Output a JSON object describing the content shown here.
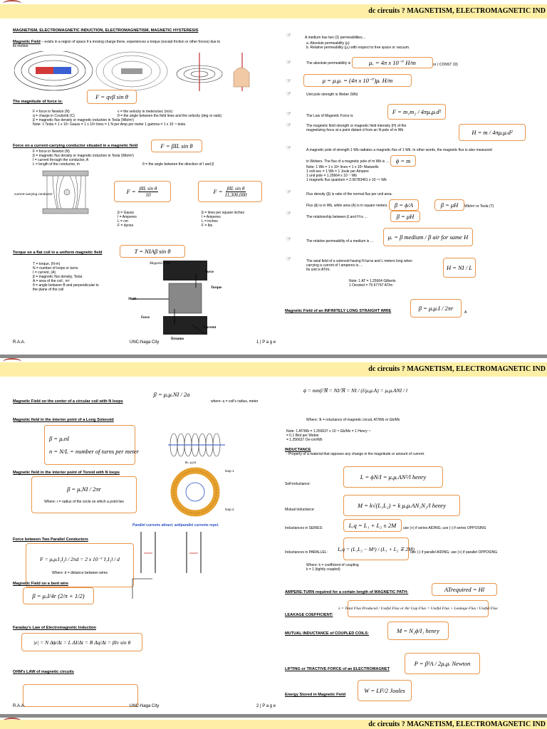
{
  "header": {
    "title": "dc circuits ? MAGNETISM, ELECTROMAGNETIC IND"
  },
  "page1": {
    "heading": "MAGNETISM, ELECTROMAGNETIC INDUCTION, ELECTROMAGNETISM, MAGNETIC HYSTERESIS",
    "mf_label": "Magnetic Field",
    "mf_def": "– exists in a region of space if a moving charge there, experiences a torque (except friction or other forces) due to",
    "mf_def2": "its motion.",
    "force_title": "The magnitude of force is:",
    "force_eq": "F = qvβ sin θ",
    "force_legend": [
      "F = force in Newton (N)",
      "q = charge in Coulomb (C)",
      "β = magnetic flux density or magnetic induction in Tesla (Wb/m²)",
      "Note:  1 Tesla = 1 x 10⁴ Gauss = 1 x 10⁸ lines = 1 N per Amp per meter      1 gamma = 1 x 10⁻⁹ tesla"
    ],
    "force_legend_r": [
      "v = the velocity in meters/sec (m/s)",
      "θ = the angle between the field lines and the velocity (deg or rads)"
    ],
    "conductor_title": "Force on a current-carrying conductor situated in a magnetic field",
    "conductor_eq": "F = βIL sin θ",
    "conductor_legend": [
      "F = force in Newton (N)",
      "β = magnetic flux density or magnetic induction in Tesla (Wb/m²)",
      "I = current through the conductor, A",
      "L = length of the conductor, m"
    ],
    "conductor_angle": "θ = the angle between the direction of I and β",
    "img_conductor_label": "current-carrying conductor",
    "eq_10_num": "βIL sin θ",
    "eq_10_den": "10",
    "eq_11m_num": "βIL sin θ",
    "eq_11m_den": "11,300,000",
    "units_left": [
      "β = Gauss",
      "I = Amperes",
      "L = cm",
      "F = dynes"
    ],
    "units_right": [
      "β = lines per square inches",
      "I = Amperes",
      "L = inches",
      "F = lbs"
    ],
    "torque_title": "Torque on a flat coil in a uniform magnetic field",
    "torque_eq": "T = NIAβ sin θ",
    "torque_legend": [
      "T = torque, (N-m)",
      "N = number of loops or turns",
      "I = current, (A)",
      "β = magnetic flux density, Tesla",
      "A  = area of the coil , m²",
      "θ = angle between B and perpendicular to",
      "     the plane of the coil"
    ],
    "dynamo_labels": {
      "flux": "Magnetic Flux",
      "force_top": "Force",
      "torque": "Torque",
      "shaft": "Shaft",
      "force_bot": "Force",
      "current": "Current",
      "dynamo": "Dynamo"
    },
    "right": {
      "perm": "A medium has two (2) permeabilities…",
      "perm_a": "a.    Absolute permeability (μ)",
      "perm_b": "b.    Relative permeability (μᵣ) with respect to free space or vacuum.",
      "abs_perm": "The absolute permeability is …",
      "abs_eq": "μₒ = 4π x 10⁻⁷  H/m",
      "abs_const": "or ( CONST 33)",
      "mu_eq": "μ = μₒμᵣ = (4π x 10⁻⁷)μᵣ  H/m",
      "unit_pole": "Unit pole strength is Weber (Wb)",
      "law": "The Law of Magnetic Force is",
      "law_eq": "F = m₁m₂ / 4πμₒμᵣd²",
      "field_int": "The magnetic field strength or magnetic field intensity (H) of the",
      "field_int2": "magnetizing force at a point distant d from an N-pole of m Wb",
      "h_eq": "H = m / 4πμₒμᵣd²",
      "pole_1wb": "A magnetic pole of strength 1 Wb radiates a magnetic flux of 1 Wb. In other words, the magnetic flux is also measured",
      "pole_1wb2": "in Webers. The flux of a magnetic pole of m Wb is …",
      "phi_eq": "ϕ = m",
      "notes": [
        "Note:       1 Wb = 1 x 10⁸ lines = 1 x 10⁸ Maxwells",
        "                1 volt-sec = 1 Wb = 1 Joule per Ampere",
        "                1 unit pole = 1.25664 x 10⁻⁷ Wb",
        "                1 magnetic flux quantum = 2.06783461 x 10⁻¹⁵ Wb"
      ],
      "flux_density": "Flux density (β) is ratio of the normal flux per unit area.",
      "flux_density2": "Flux (ϕ) is in Wb, while area (A) is in square meters.",
      "beta_phiA": "β = ϕ/A",
      "beta_muH": "β = μH",
      "beta_unit": "Wb/m² or Tesla (T)",
      "relationship": "The relationship between  β  and H is …",
      "beta_muH2": "β = μH",
      "rel_perm": "The relative permeability of a medium is …",
      "rel_eq": "μᵣ = β medium / β air  for same H",
      "axial": "The axial field of a solenoid having N turns and L meters long when",
      "axial2": "carrying a current of I amperes is….",
      "axial3": "Its unit is AT/m.",
      "h_ni": "H = NI / L",
      "axial_note": [
        "Note:              1 AT = 1.25664 Gilberts",
        "                         1 Oersted = 79.57747 AT/m"
      ],
      "wire_title": "Magnetic Field of an INFINITELY LONG STRAIGHT WIRE",
      "wire_eq": "β = μₒμᵣI / 2πr",
      "wire_unit": "A"
    },
    "footer": {
      "left": "R.A.A.",
      "center": "UNC-Naga City",
      "page": "1 | P a g e"
    }
  },
  "page2": {
    "loop_title": "Magnetic Field on the center of a circular coil with N loops",
    "loop_eq": "β = μₒμᵣNI / 2a",
    "loop_where": "where: a = coil's radius, meter",
    "sol_title": "Magnetic field in the interior point of a Long Solenoid",
    "sol_eq1": "β = μₒnI",
    "sol_eq2": "n = N/L = number of turns per meter",
    "sol_label": "B= μₒnI",
    "tor_title": "Magnetic field in the interior point of Toroid with N loops",
    "tor_eq": "β = μₒNI / 2πr",
    "tor_where": "Where: r = radius of the circle on which a point lies",
    "tor_loops": [
      "loop 1",
      "loop 2"
    ],
    "par_title": "Force between Two Parallel Conductors",
    "par_eq": "F = μₒμᵣI₁I₂l / 2πd = 2 x 10⁻⁷ I₁I₂l / d",
    "par_where": "Where: d = distance between wires",
    "par_fig": "Parallel currents attract; antiparallel currents repel.",
    "bent_title": "Magnetic Field on a bent wire",
    "bent_eq": "β = μₒI/4r (2/π + 1/2)",
    "faraday_title": "Faraday's Law of Electromagnetic Induction",
    "faraday_eq": "|e| = N Δϕ/Δt = L ΔI/Δt = R Δq/Δt = βlv sin θ",
    "ohm_title": "OHM's LAW of magnetic circuits",
    "right": {
      "phi_eq": "ϕ = mmf/ℜ = NI/ℜ = NI / (l/μₒμᵣA) = μₒμᵣANI / l",
      "where": "Where:  ℜ = reluctance of magnetic circuit, AT/Wb or Gb/Mx",
      "note": [
        "Note:       1 AT/Wb  = 1.256637 x 10⁻⁸ Gb/Mx = 1 Henry⁻¹",
        "                              = 0.1 Biot per Weber",
        "                              = 1.256637 Oe-cm/Wb"
      ],
      "ind_title": "INDUCTANCE",
      "ind_def": "-        Property of a material that opposes any change in the magnitude or amount of current.",
      "self": "Self-inductance:",
      "self_eq": "L = ϕN/I = μₒμᵣAN²/l  henry",
      "mutual": "Mutual inductance:",
      "mutual_eq": "M = k√(L₁L₂) = k μₒμᵣAN₁N₂/l  henry",
      "series": "Inductances in SERIES:",
      "series_eq": "Lₑq = L₁ + L₂ ± 2M",
      "series_note": "use (+) if series AIDING, use (-) if series OPPOSING",
      "parallel": "Inductances in PARALLEL:",
      "parallel_eq": "Lₑq = (L₁L₂ − M²) / (L₁ + L₂ ∓ 2M)",
      "parallel_note": "use (-) if parallel AIDING, use (+) if parallel OPPOSING",
      "k_where": [
        "Where:     k = coefficient of coupling",
        "                  k = 1 (tightly coupled)"
      ],
      "at_title": "AMPERE-TURN required for a certain length of MAGNETIC PATH:",
      "at_eq": "ATrequired = Hl",
      "leak_title": "LEAKAGE COEFFICIENT:",
      "leak_eq": "λ = Total Flux Produced / Useful Flux or Air Gap Flux = Useful Flux + Leakage Flux / Useful Flux",
      "mutual_title": "MUTUAL INDUCTANCE of COUPLED COILS:",
      "mutual_coil_eq": "M = N₂ϕ/I₁  henry",
      "lift_title": "LIFTING or TRACTIVE FORCE of an ELECTROMAGNET",
      "lift_eq": "P = β²A / 2μₒμᵣ  Newton",
      "energy_title": "Energy Stored in Magnetic Field",
      "energy_eq": "W = LI²/2  Joules"
    },
    "footer": {
      "left": "R.A.A.",
      "center": "UNC-Naga City",
      "page": "2 | P a g e"
    }
  },
  "page3": {
    "header": "dc circuits ? MAGNETISM, ELECTROMAGNETIC IND"
  },
  "colors": {
    "header_bg": "#fdf0a6",
    "box_border": "#e8954b",
    "page_gap": "#8a8a8a"
  }
}
